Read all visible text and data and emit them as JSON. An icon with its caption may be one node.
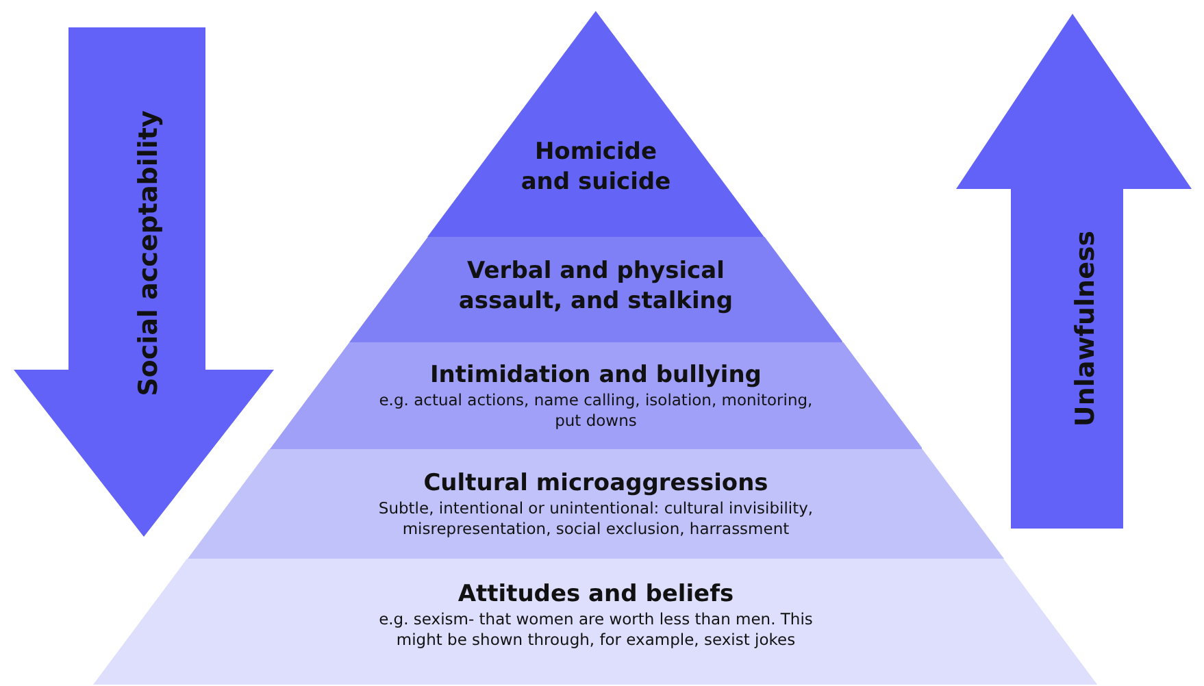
{
  "diagram": {
    "nodes": [
      {
        "text": [
          "Homicide and suicide"
        ]
      },
      {
        "text": [
          "Verbal and physical assault, and stalking"
        ]
      },
      {
        "text": [
          "Intimidation and bullying",
          "e.g. actual actions, name calling, isolation, monitoring, put downs"
        ]
      },
      {
        "text": [
          "Cultural microaggressions",
          "Subtle, intentional or unintentional: cultural invisibility, misrepresentation, social exclusion, harrassment"
        ]
      },
      {
        "text": [
          "Attitudes and beliefs",
          "e.g. sexism- that women are worth less than men. This might be shown through, for example, sexist jokes"
        ]
      },
      {
        "text": [
          "Social acceptability"
        ]
      },
      {
        "text": [
          "Unlawfulness"
        ]
      }
    ]
  }
}
